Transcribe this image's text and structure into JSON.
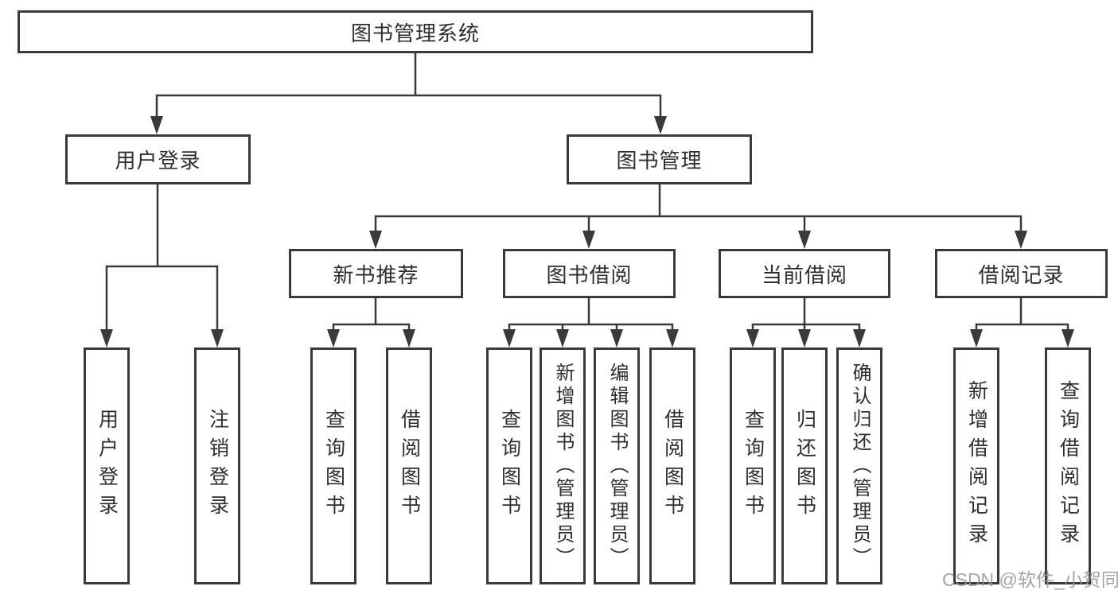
{
  "diagram": {
    "root": {
      "label": "图书管理系统"
    },
    "level2": [
      {
        "label": "用户登录"
      },
      {
        "label": "图书管理"
      }
    ],
    "level3": [
      {
        "label": "新书推荐"
      },
      {
        "label": "图书借阅"
      },
      {
        "label": "当前借阅"
      },
      {
        "label": "借阅记录"
      }
    ],
    "leaves": {
      "user_login": [
        "用户登录",
        "注销登录"
      ],
      "new_books": [
        "查询图书",
        "借阅图书"
      ],
      "book_borrow": [
        "查询图书",
        "新增图书（管理员）",
        "编辑图书（管理员）",
        "借阅图书"
      ],
      "current_borrow": [
        "查询图书",
        "归还图书",
        "确认归还（管理员）"
      ],
      "borrow_records": [
        "新增借阅记录",
        "查询借阅记录"
      ]
    },
    "line_color": "#3a3a3c",
    "text_color": "#2e2e30"
  },
  "watermark": {
    "text": "CSDN @软件_小贺同学",
    "color": "#949499"
  }
}
